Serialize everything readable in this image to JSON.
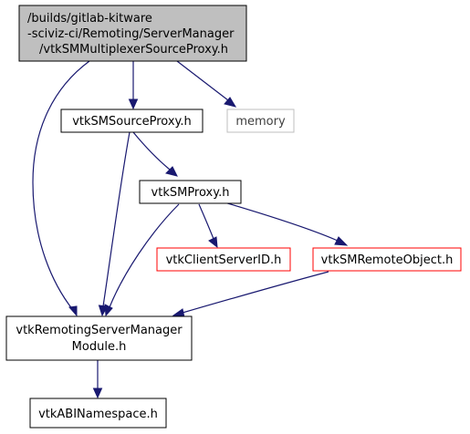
{
  "nodes": [
    {
      "id": "root",
      "lines": [
        "/builds/gitlab-kitware",
        "-sciviz-ci/Remoting/ServerManager",
        "/vtkSMMultiplexerSourceProxy.h"
      ]
    },
    {
      "id": "source-proxy",
      "lines": [
        "vtkSMSourceProxy.h"
      ]
    },
    {
      "id": "memory",
      "lines": [
        "memory"
      ]
    },
    {
      "id": "proxy",
      "lines": [
        "vtkSMProxy.h"
      ]
    },
    {
      "id": "client-server-id",
      "lines": [
        "vtkClientServerID.h"
      ]
    },
    {
      "id": "remote-object",
      "lines": [
        "vtkSMRemoteObject.h"
      ]
    },
    {
      "id": "module",
      "lines": [
        "vtkRemotingServerManager",
        "Module.h"
      ]
    },
    {
      "id": "abi-namespace",
      "lines": [
        "vtkABINamespace.h"
      ]
    }
  ],
  "edges": [
    {
      "from": "root",
      "to": "source-proxy"
    },
    {
      "from": "root",
      "to": "memory"
    },
    {
      "from": "root",
      "to": "module"
    },
    {
      "from": "source-proxy",
      "to": "proxy"
    },
    {
      "from": "source-proxy",
      "to": "module"
    },
    {
      "from": "proxy",
      "to": "client-server-id"
    },
    {
      "from": "proxy",
      "to": "remote-object"
    },
    {
      "from": "proxy",
      "to": "module"
    },
    {
      "from": "remote-object",
      "to": "module"
    },
    {
      "from": "module",
      "to": "abi-namespace"
    }
  ],
  "colors": {
    "edge": "#191970",
    "root_fill": "#bfbfbf",
    "normal_border": "#000000",
    "external_border": "#bfbfbf",
    "missing_border": "#ff0000"
  }
}
